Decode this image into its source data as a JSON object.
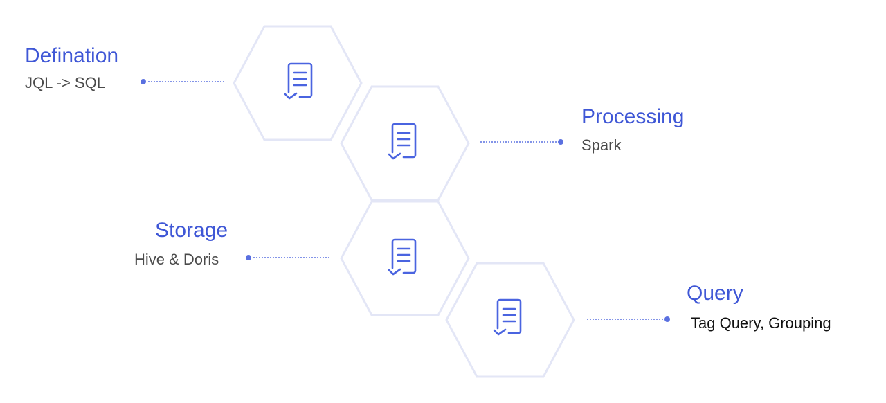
{
  "colors": {
    "accent": "#3f57d6",
    "icon": "#4a64e0",
    "subtitle": "#4a4a4a",
    "hex_border": "#e3e6f6",
    "connector": "#5a70e0"
  },
  "stages": [
    {
      "title": "Defination",
      "subtitle": "JQL -> SQL",
      "icon": "document-checklist-icon"
    },
    {
      "title": "Processing",
      "subtitle": "Spark",
      "icon": "document-checklist-icon"
    },
    {
      "title": "Storage",
      "subtitle": "Hive & Doris",
      "icon": "document-checklist-icon"
    },
    {
      "title": "Query",
      "subtitle": "Tag Query, Grouping",
      "icon": "document-checklist-icon"
    }
  ]
}
